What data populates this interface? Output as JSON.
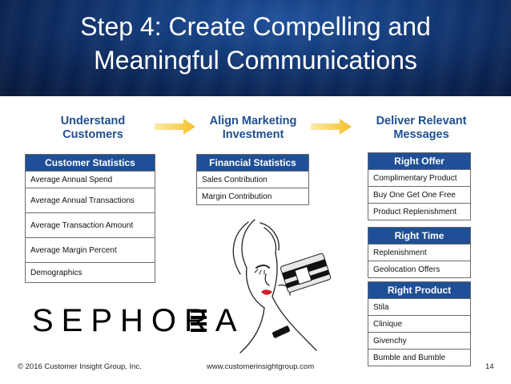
{
  "title": {
    "line1": "Step 4: Create Compelling and",
    "line2": "Meaningful Communications"
  },
  "stages": [
    {
      "line1": "Understand",
      "line2": "Customers"
    },
    {
      "line1": "Align Marketing",
      "line2": "Investment"
    },
    {
      "line1": "Deliver Relevant",
      "line2": "Messages"
    }
  ],
  "accent_colors": {
    "header_blue": "#123a78",
    "table_header": "#1f4f96",
    "stage_text": "#1f4f8f",
    "arrow": "#f4c12b"
  },
  "customer_statistics": {
    "header": "Customer Statistics",
    "rows": [
      "Average Annual Spend",
      "Average Annual Transactions",
      "Average Transaction Amount",
      "Average Margin Percent",
      "Demographics"
    ]
  },
  "financial_statistics": {
    "header": "Financial Statistics",
    "rows": [
      "Sales Contribution",
      "Margin Contribution"
    ]
  },
  "right_offer": {
    "header": "Right Offer",
    "rows": [
      "Complimentary Product",
      "Buy One Get One Free",
      "Product Replenishment"
    ]
  },
  "right_time": {
    "header": "Right Time",
    "rows": [
      "Replenishment",
      "Geolocation Offers"
    ]
  },
  "right_product": {
    "header": "Right Product",
    "rows": [
      "Stila",
      "Clinique",
      "Givenchy",
      "Bumble and Bumble"
    ]
  },
  "logo": {
    "text": "SEPHORA"
  },
  "illustration": {
    "icon": "woman-holding-card-sketch"
  },
  "footer": {
    "copyright": "© 2016 Customer Insight Group, Inc.",
    "website": "www.customerinsightgroup.com",
    "page_number": "14"
  }
}
